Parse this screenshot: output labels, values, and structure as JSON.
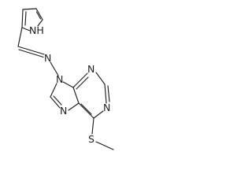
{
  "molecule": {
    "atoms": {
      "pyrrole_nh": "NH",
      "imine_n": "N",
      "purine_n9": "N",
      "purine_n3": "N",
      "purine_n1": "N",
      "purine_n7": "N",
      "thioether_s": "S"
    }
  }
}
